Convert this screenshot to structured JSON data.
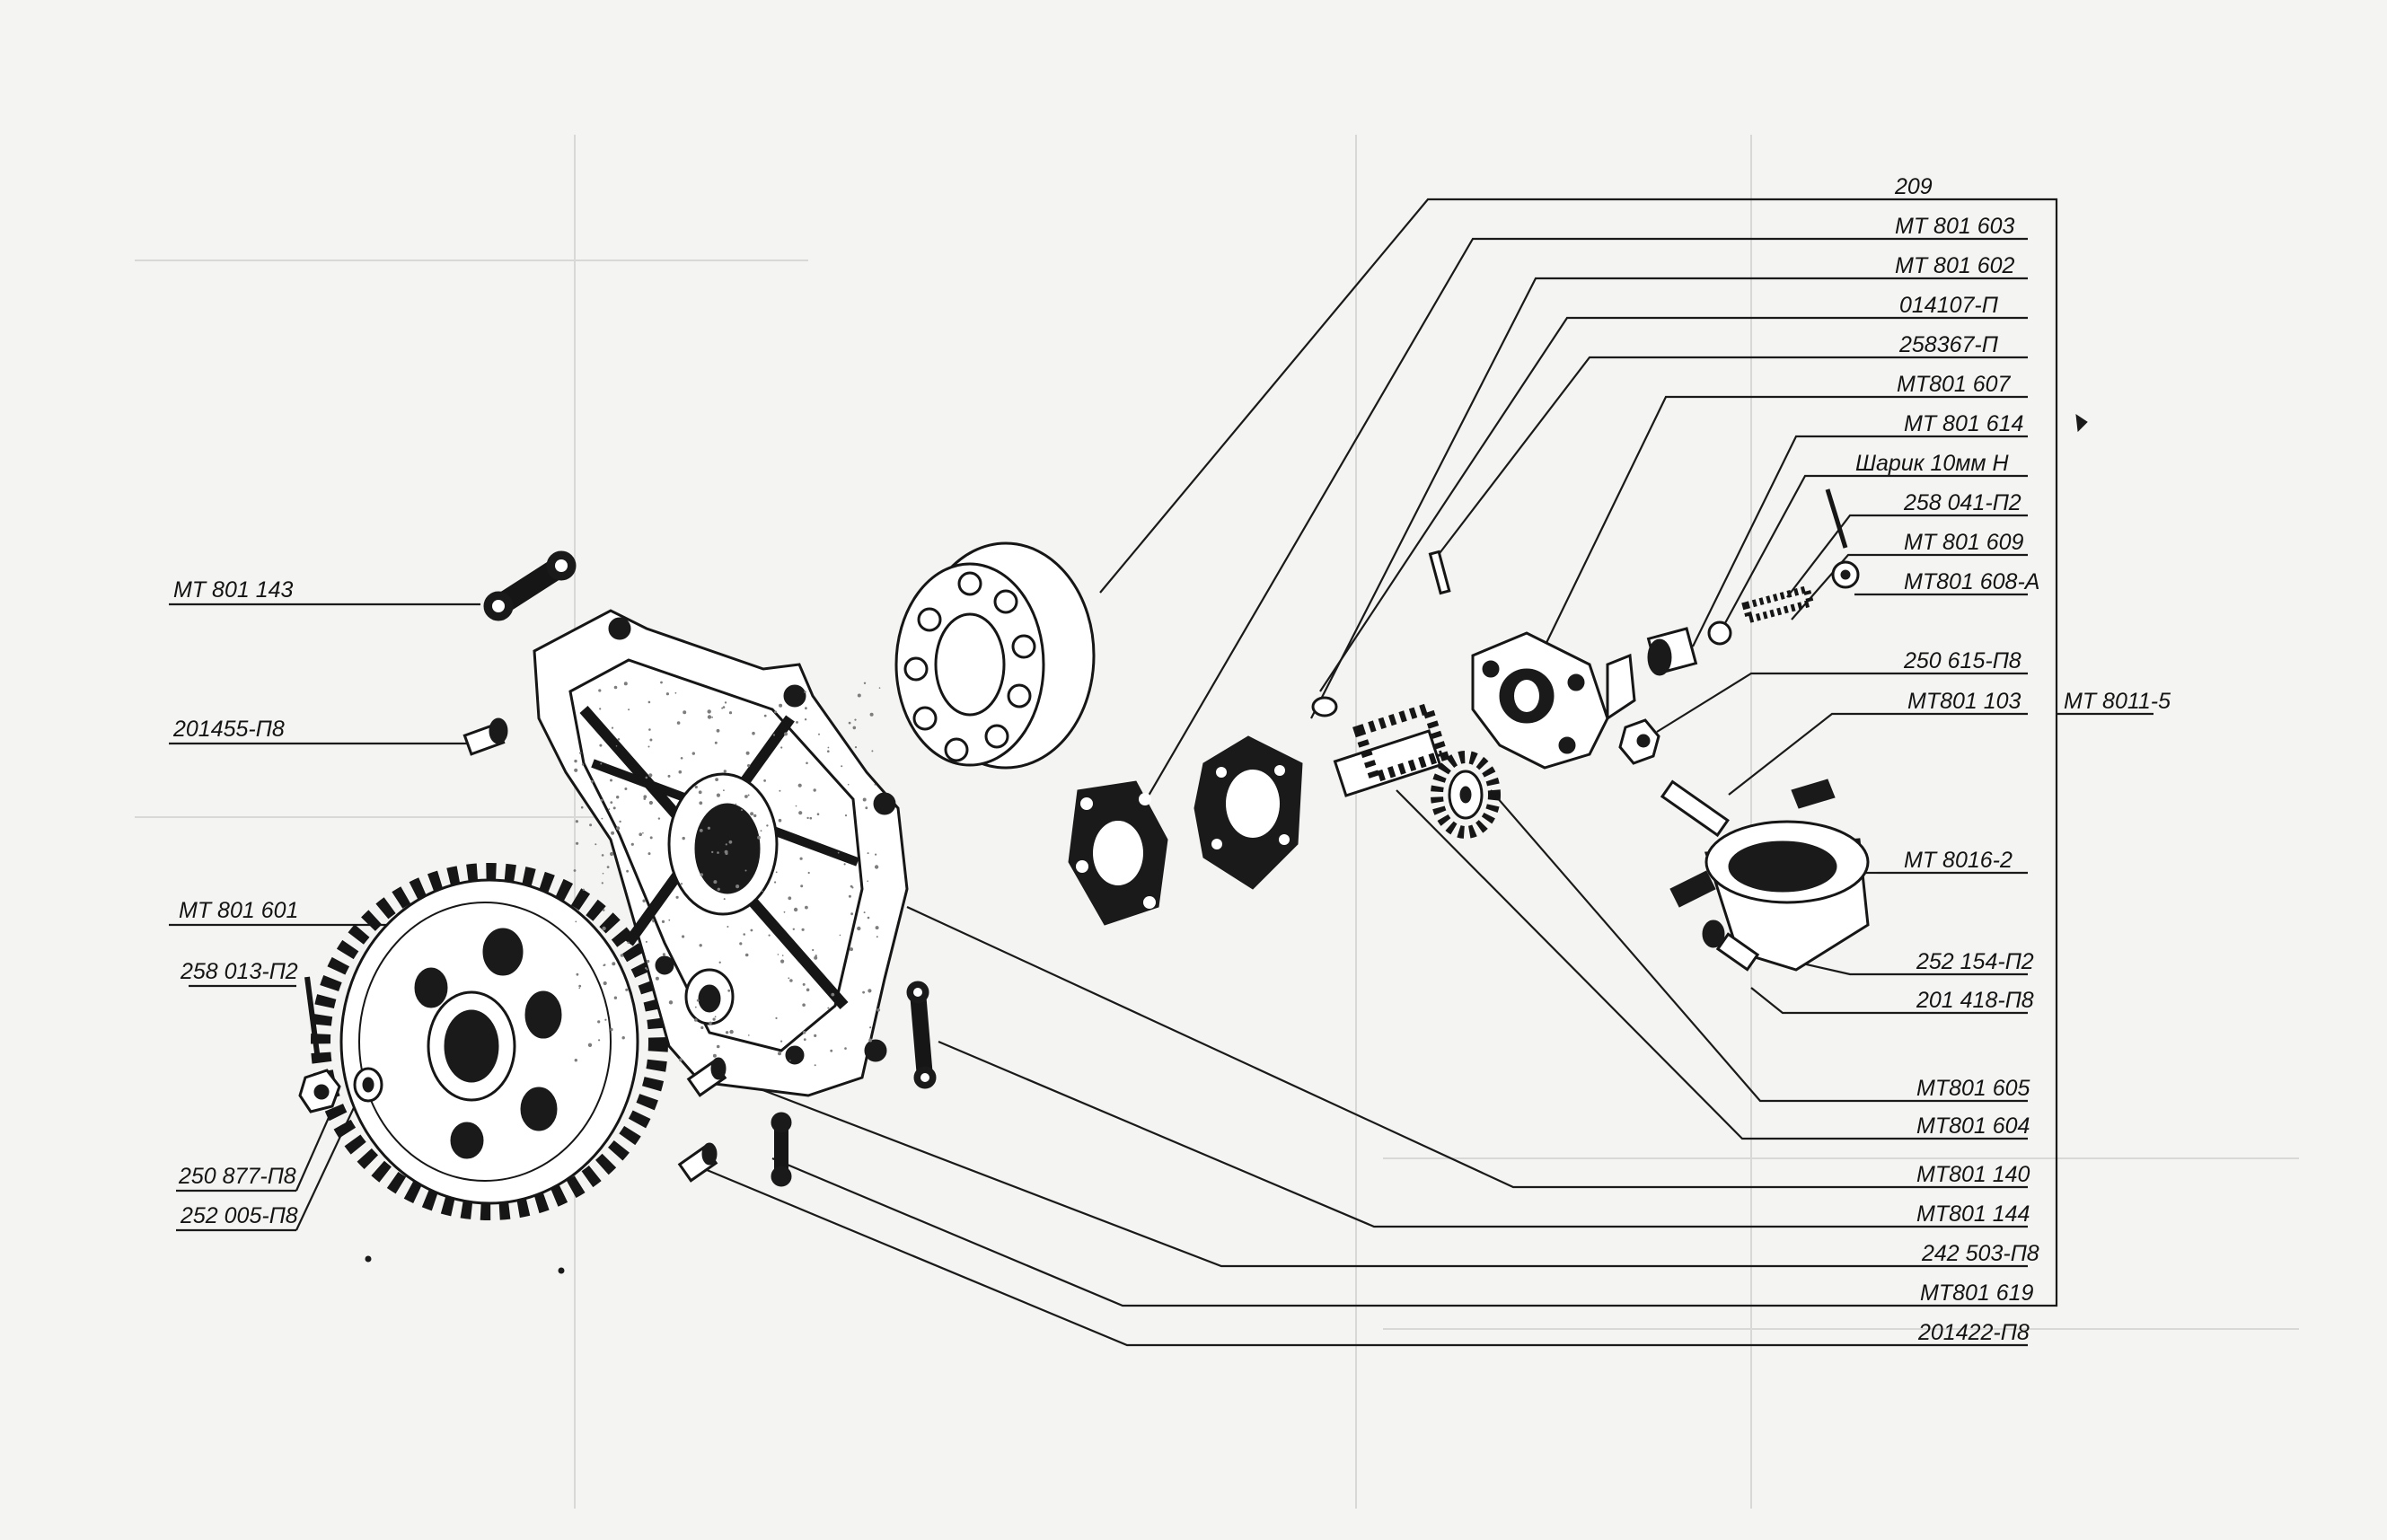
{
  "labels": {
    "left": {
      "mt801143": "МТ 801 143",
      "p201455": "201455-П8",
      "mt801601": "МТ 801 601",
      "p258013": "258 013-П2",
      "p250877": "250 877-П8",
      "p252005": "252 005-П8"
    },
    "right": {
      "r209": "209",
      "mt801603": "МТ 801 603",
      "mt801602": "МТ 801 602",
      "p014107": "014107-П",
      "p258367": "258367-П",
      "mt801607": "МТ801 607",
      "mt801614": "МТ 801 614",
      "sharik": "Шарик 10мм Н",
      "p258041": "258 041-П2",
      "mt801609": "МТ 801 609",
      "mt801608a": "МТ801 608-А",
      "p250615": "250 615-П8",
      "mt801103": "МТ801 103",
      "mt8016": "МТ 8016-2",
      "p252154": "252 154-П2",
      "p201418": "201 418-П8",
      "mt801605": "МТ801 605",
      "mt801604": "МТ801 604",
      "mt801140": "МТ801 140",
      "mt801144": "МТ801 144",
      "p242503": "242 503-П8",
      "mt801619": "МТ801 619",
      "p201422": "201422-П8"
    },
    "assembly": "МТ 8011-5"
  },
  "colors": {
    "ink": "#161616",
    "paper": "#f4f4f2",
    "stipple": "#7d7d7d"
  }
}
